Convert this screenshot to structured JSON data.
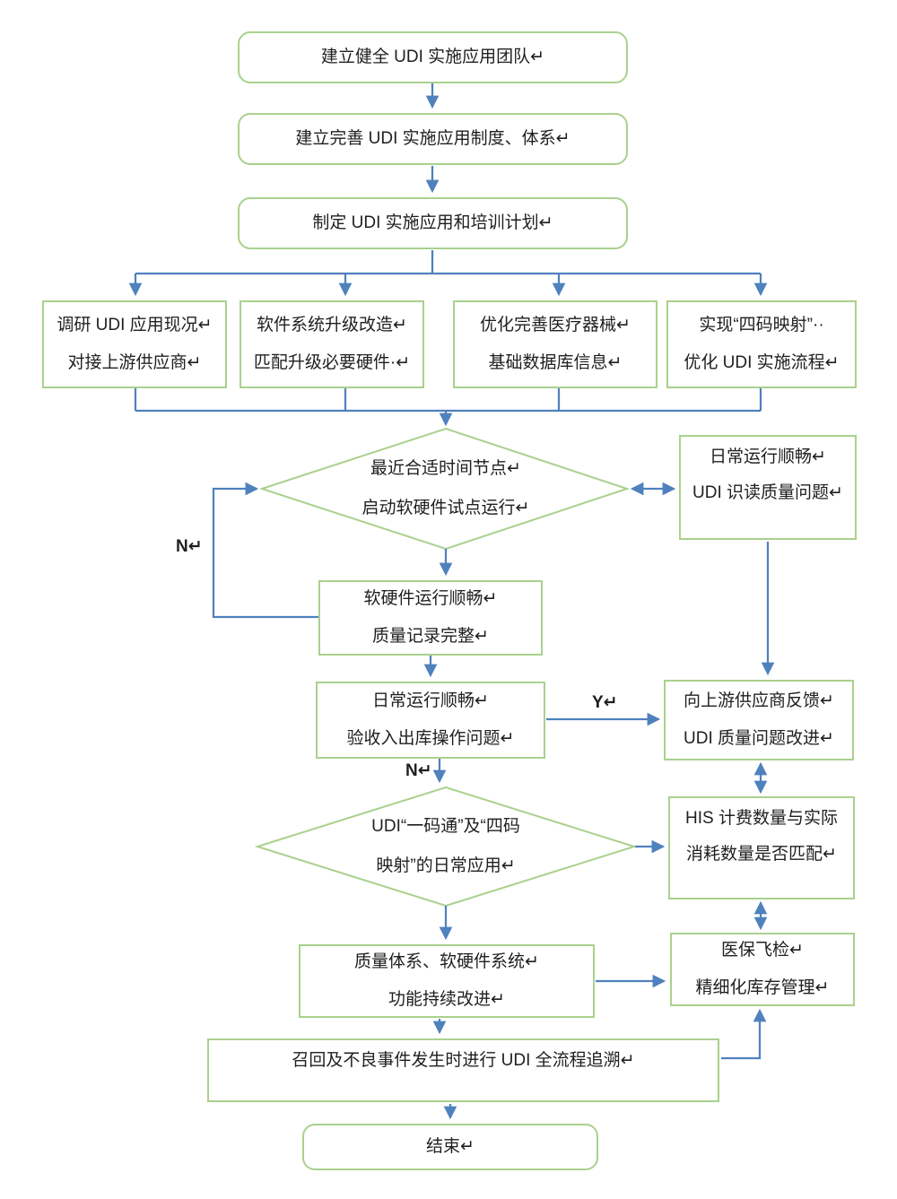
{
  "colors": {
    "node_border_green": "#a9d18e",
    "connector_blue": "#4f81bd",
    "text": "#1f1f1f",
    "background": "#ffffff"
  },
  "nodes": {
    "team": {
      "lines": [
        "建立健全 UDI 实施应用团队↵"
      ]
    },
    "institution": {
      "lines": [
        "建立完善 UDI 实施应用制度、体系↵"
      ]
    },
    "plan": {
      "lines": [
        "制定 UDI 实施应用和培训计划↵"
      ]
    },
    "survey": {
      "lines": [
        "调研 UDI 应用现况↵",
        "对接上游供应商↵"
      ]
    },
    "software": {
      "lines": [
        "软件系统升级改造↵",
        "匹配升级必要硬件·↵"
      ]
    },
    "database": {
      "lines": [
        "优化完善医疗器械↵",
        "基础数据库信息↵"
      ]
    },
    "fourcode": {
      "lines": [
        "实现“四码映射”··",
        "优化 UDI 实施流程↵"
      ]
    },
    "pilot_decision": {
      "lines": [
        "最近合适时间节点↵",
        "启动软硬件试点运行↵"
      ]
    },
    "read_quality": {
      "lines": [
        "日常运行顺畅↵",
        "UDI 识读质量问题↵"
      ]
    },
    "run_smooth": {
      "lines": [
        "软硬件运行顺畅↵",
        "质量记录完整↵"
      ]
    },
    "daily_run": {
      "lines": [
        "日常运行顺畅↵",
        "验收入出库操作问题↵"
      ]
    },
    "supplier_feedback": {
      "lines": [
        "向上游供应商反馈↵",
        "UDI 质量问题改进↵"
      ]
    },
    "code_apply": {
      "lines": [
        "UDI“一码通”及“四码",
        "映射”的日常应用↵"
      ]
    },
    "his_match": {
      "lines": [
        "HIS 计费数量与实际",
        "消耗数量是否匹配↵"
      ]
    },
    "improve": {
      "lines": [
        "质量体系、软硬件系统↵",
        "功能持续改进↵"
      ]
    },
    "insurance": {
      "lines": [
        "医保飞检↵",
        "精细化库存管理↵"
      ]
    },
    "recall": {
      "lines": [
        "召回及不良事件发生时进行 UDI 全流程追溯↵"
      ]
    },
    "end": {
      "lines": [
        "结束↵"
      ]
    }
  },
  "edge_labels": {
    "n_loop": "N↵",
    "y_branch": "Y↵",
    "n_branch": "N↵"
  }
}
